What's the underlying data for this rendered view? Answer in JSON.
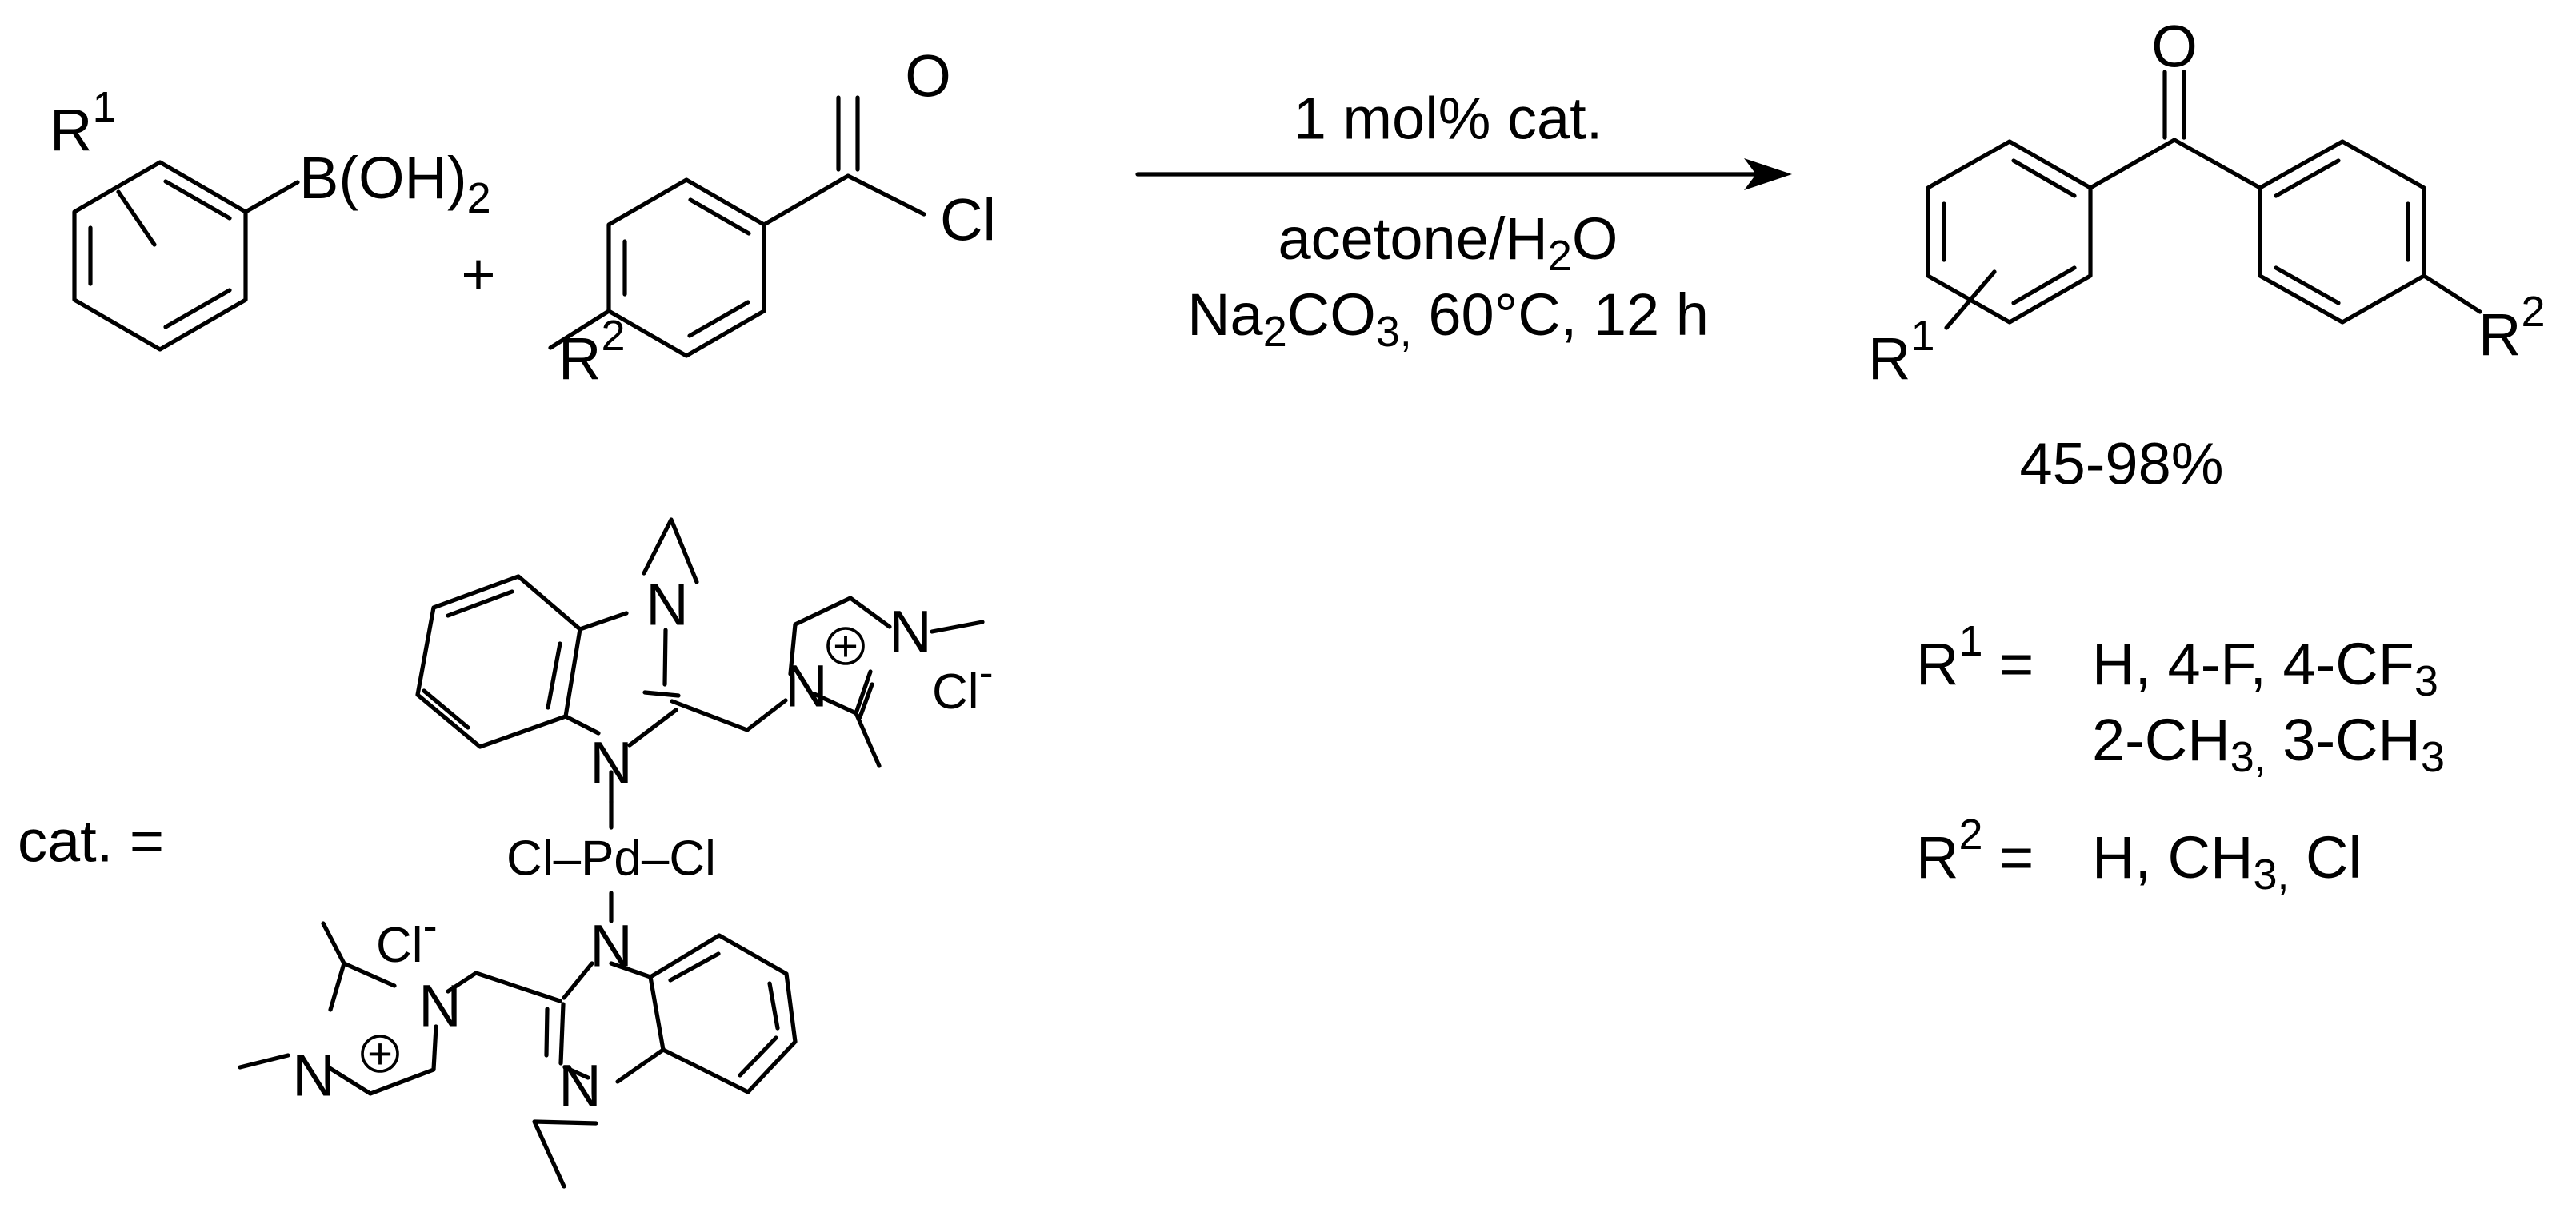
{
  "reagent1": {
    "r_label": "R",
    "r_sup": "1",
    "group": "B(OH)",
    "group_sub": "2"
  },
  "plus": "+",
  "reagent2": {
    "o": "O",
    "cl": "Cl",
    "r_label": "R",
    "r_sup": "2"
  },
  "arrow": {
    "above": "1 mol% cat.",
    "below1_a": "acetone/H",
    "below1_sub": "2",
    "below1_b": "O",
    "below2_a": "Na",
    "below2_sub1": "2",
    "below2_b": "CO",
    "below2_sub2": "3,",
    "below2_c": " 60°C, 12 h"
  },
  "product": {
    "o": "O",
    "r1": "R",
    "r1_sup": "1",
    "r2": "R",
    "r2_sup": "2",
    "yield": "45-98%"
  },
  "substituents": {
    "r1_label": "R",
    "r1_sup": "1",
    "eq": " = ",
    "r1_line1_a": "H, 4-F, 4-CF",
    "r1_line1_sub": "3",
    "r1_line2_a": "2-CH",
    "r1_line2_sub1": "3,",
    "r1_line2_b": " 3-CH",
    "r1_line2_sub2": "3",
    "r2_label": "R",
    "r2_sup": "2",
    "r2_line_a": "H, CH",
    "r2_line_sub": "3,",
    "r2_line_b": " Cl"
  },
  "catalyst": {
    "label": "cat. =",
    "n": "N",
    "pd_row": "Cl–Pd–Cl",
    "cl_ion": "Cl",
    "cl_minus": "-",
    "plus_sign": "+"
  }
}
